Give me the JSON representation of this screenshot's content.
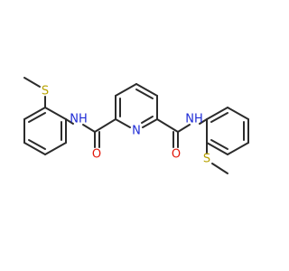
{
  "molecule": {
    "atoms": [
      {
        "id": "N_pyridine",
        "label": "N",
        "color": "#1e2bd6"
      },
      {
        "id": "N_amide_left",
        "label": "NH",
        "color": "#1e2bd6"
      },
      {
        "id": "N_amide_right",
        "label": "NH",
        "color": "#1e2bd6"
      },
      {
        "id": "O_left",
        "label": "O",
        "color": "#e3170a"
      },
      {
        "id": "O_right",
        "label": "O",
        "color": "#e3170a"
      },
      {
        "id": "S_left",
        "label": "S",
        "color": "#b8a200"
      },
      {
        "id": "S_right",
        "label": "S",
        "color": "#b8a200"
      }
    ]
  }
}
